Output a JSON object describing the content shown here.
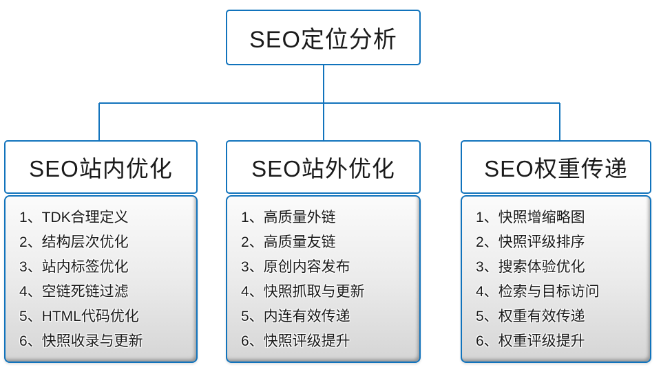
{
  "colors": {
    "accent_blue": "#1173bc",
    "text": "#1a1a1a",
    "panel_gradient_top": "#fbfbfb",
    "panel_gradient_bottom": "#d5d5d5"
  },
  "root": {
    "title": "SEO定位分析"
  },
  "branches": [
    {
      "title": "SEO站内优化",
      "items": [
        "1、TDK合理定义",
        "2、结构层次优化",
        "3、站内标签优化",
        "4、空链死链过滤",
        "5、HTML代码优化",
        "6、快照收录与更新"
      ]
    },
    {
      "title": "SEO站外优化",
      "items": [
        "1、高质量外链",
        "2、高质量友链",
        "3、原创内容发布",
        "4、快照抓取与更新",
        "5、内连有效传递",
        "6、快照评级提升"
      ]
    },
    {
      "title": "SEO权重传递",
      "items": [
        "1、快照增缩略图",
        "2、快照评级排序",
        "3、搜索体验优化",
        "4、检索与目标访问",
        "5、权重有效传递",
        "6、权重评级提升"
      ]
    }
  ]
}
